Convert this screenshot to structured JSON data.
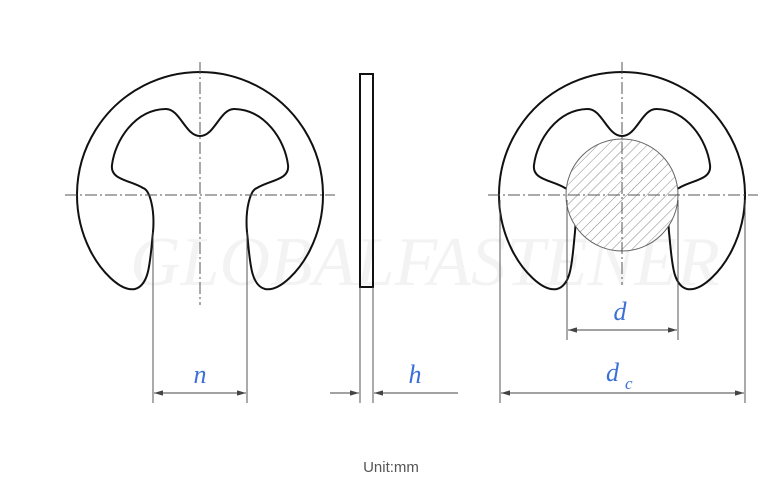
{
  "watermark": "GLOBALFASTENER",
  "labels": {
    "n": "n",
    "h": "h",
    "d": "d",
    "dc_main": "d",
    "dc_sub": "c"
  },
  "unit_text": "Unit:mm",
  "colors": {
    "label": "#3b6fd8",
    "line": "#111111"
  }
}
